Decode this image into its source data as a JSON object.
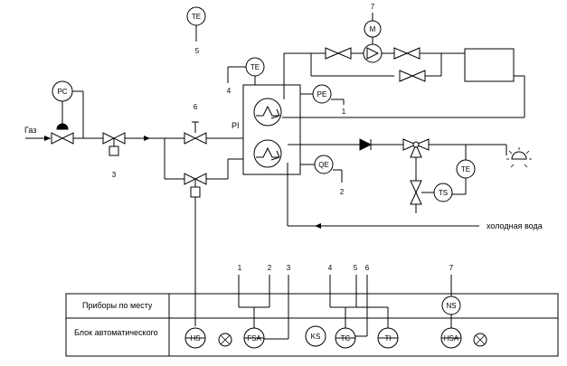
{
  "labels": {
    "gas": "Газ",
    "pi": "PI",
    "cold_water": "холодная вода",
    "field_row": "Приборы по месту",
    "panel_row": "Блок автоматического"
  },
  "instruments": {
    "pc": "PC",
    "te_top": "TE",
    "te_left": "TE",
    "pe": "PE",
    "qe": "QE",
    "te_right": "TE",
    "ts": "TS",
    "motor": "M"
  },
  "panel": {
    "hs": "HS",
    "fsa": "FSA",
    "ks": "KS",
    "tc": "TC",
    "ti": "TI",
    "ns": "NS",
    "hsa": "HSA"
  },
  "numbers": {
    "n3": "3",
    "n6": "6",
    "n5": "5",
    "n4": "4",
    "n7": "7",
    "n1": "1",
    "n2": "2",
    "p1": "1",
    "p2": "2",
    "p3": "3",
    "p4": "4",
    "p5": "5",
    "p6": "6",
    "p7": "7"
  }
}
